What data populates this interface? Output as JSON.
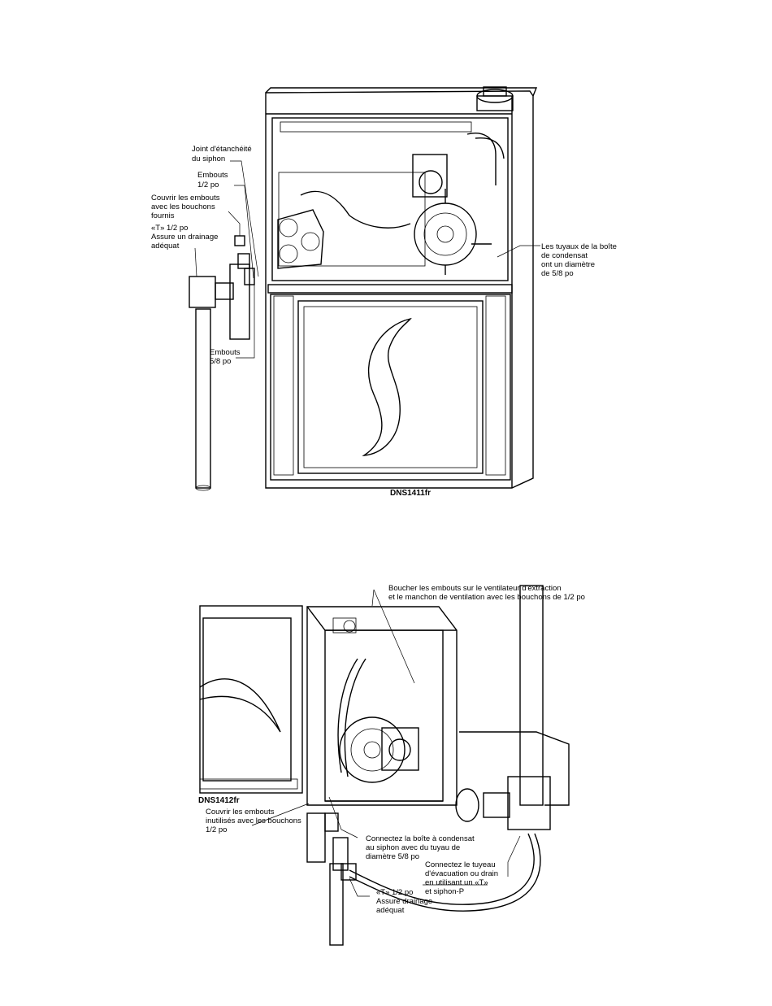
{
  "figure1": {
    "code": "DNS1411fr",
    "callouts": {
      "joint": [
        "Joint d'étanchéité",
        "du siphon"
      ],
      "embouts_half": [
        "Embouts",
        "1/2 po"
      ],
      "couvrir": [
        "Couvrir les embouts",
        "avec les bouchons",
        "fournis"
      ],
      "te": [
        "«T» 1/2 po",
        "Assure un drainage",
        "adéquat"
      ],
      "embouts_58": [
        "Embouts",
        "5/8 po"
      ],
      "tuyaux": [
        "Les tuyaux de la boîte",
        "de condensat",
        "ont un diamètre",
        "de 5/8 po"
      ]
    }
  },
  "figure2": {
    "code": "DNS1412fr",
    "callouts": {
      "boucher": [
        "Boucher  les embouts sur le ventilateur d'extraction",
        "et le manchon de ventilation avec les bouchons de 1/2 po"
      ],
      "couvrir": [
        "Couvrir les embouts",
        "inutilisés avec les bouchons",
        "1/2 po"
      ],
      "connectez_boite": [
        "Connectez la boîte à condensat",
        "au siphon avec du tuyau de",
        "diamètre 5/8 po"
      ],
      "connectez_tuyau": [
        "Connectez le tuyeau",
        "d'évacuation ou drain",
        "en utilisant un «T»",
        "et siphon-P"
      ],
      "te": [
        "«T» 1/2 po",
        "Assure drainage",
        "adéquat"
      ]
    }
  }
}
